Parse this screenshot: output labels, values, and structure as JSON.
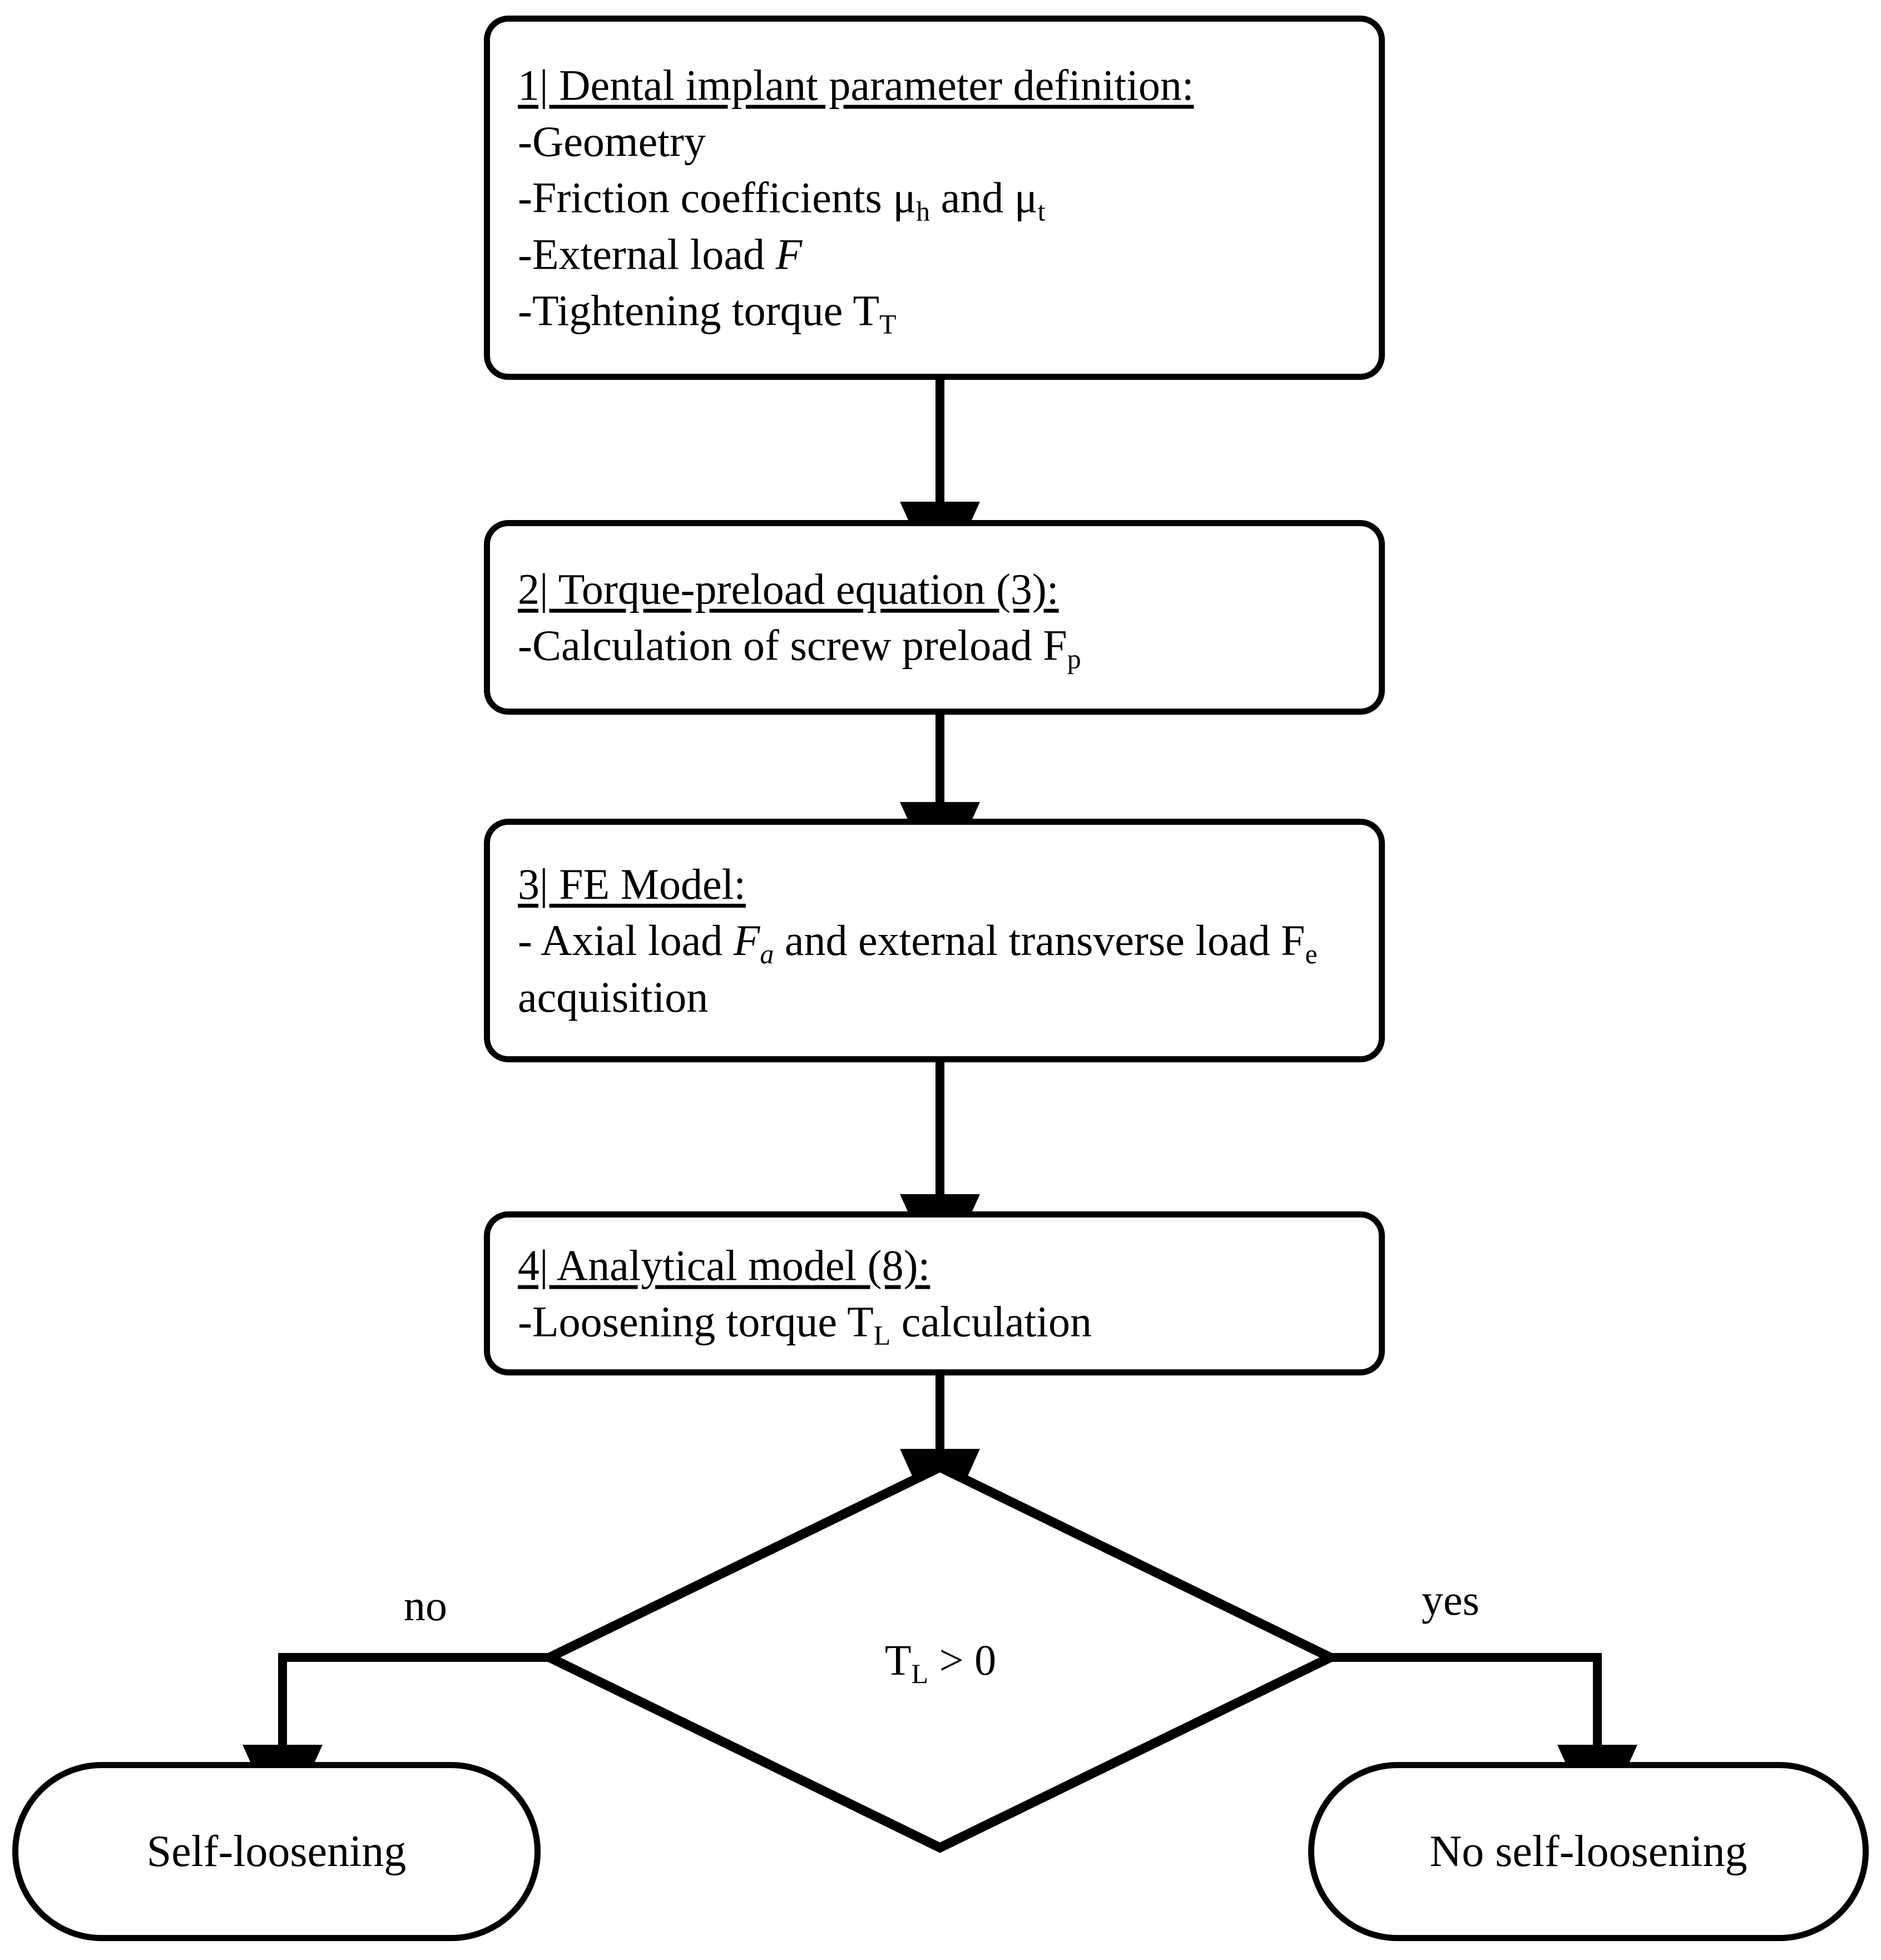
{
  "diagram": {
    "type": "flowchart",
    "title": "Dental implant screw self-loosening analysis workflow",
    "stroke_color": "#000000",
    "fill_color": "#ffffff",
    "background": "#ffffff"
  },
  "nodes": {
    "step1": {
      "shape": "rounded-rectangle",
      "heading": "1| Dental implant parameter definition:",
      "bullets": [
        "-Geometry",
        "-Friction coefficients μh and μt",
        "-External load F",
        "-Tightening torque TT"
      ],
      "bullet1": "-Geometry",
      "bullet2_pre": "-Friction coefficients μ",
      "bullet2_sub1": "h",
      "bullet2_mid": " and μ",
      "bullet2_sub2": "t",
      "bullet3_pre": "-External load ",
      "bullet3_sym": "F",
      "bullet4_pre": "-Tightening torque T",
      "bullet4_sub": "T"
    },
    "step2": {
      "shape": "rounded-rectangle",
      "heading": "2| Torque-preload equation (3):",
      "bullet1_pre": "-Calculation of screw preload F",
      "bullet1_sub": "p"
    },
    "step3": {
      "shape": "rounded-rectangle",
      "heading": "3| FE Model:",
      "bullet1_pre": "- Axial load ",
      "bullet1_sym": "F",
      "bullet1_sym_sub": "a",
      "bullet1_mid": " and external transverse load F",
      "bullet1_sub2": "e",
      "bullet1_post": " acquisition"
    },
    "step4": {
      "shape": "rounded-rectangle",
      "heading": "4| Analytical model (8):",
      "bullet1_pre": "-Loosening torque T",
      "bullet1_sub": "L",
      "bullet1_post": " calculation"
    },
    "decision": {
      "shape": "diamond",
      "condition_pre": "T",
      "condition_sub": "L",
      "condition_post": " > 0"
    },
    "outcome_no": {
      "shape": "stadium",
      "label": "Self-loosening"
    },
    "outcome_yes": {
      "shape": "stadium",
      "label": "No self-loosening"
    }
  },
  "edges": {
    "e1": {
      "from": "step1",
      "to": "step2",
      "label": ""
    },
    "e2": {
      "from": "step2",
      "to": "step3",
      "label": ""
    },
    "e3": {
      "from": "step3",
      "to": "step4",
      "label": ""
    },
    "e4": {
      "from": "step4",
      "to": "decision",
      "label": ""
    },
    "e5": {
      "from": "decision",
      "to": "outcome_no",
      "label": "no"
    },
    "e6": {
      "from": "decision",
      "to": "outcome_yes",
      "label": "yes"
    }
  }
}
